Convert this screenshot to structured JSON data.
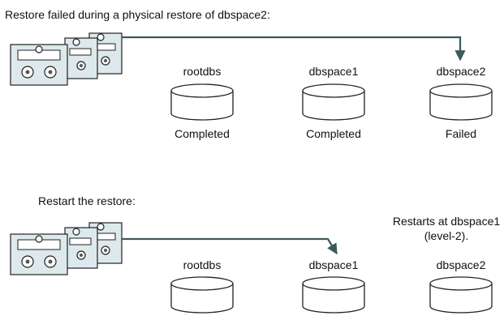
{
  "section1": {
    "heading": "Restore failed during a physical restore of dbspace2:",
    "disks": [
      {
        "name": "rootdbs",
        "status": "Completed"
      },
      {
        "name": "dbspace1",
        "status": "Completed"
      },
      {
        "name": "dbspace2",
        "status": "Failed"
      }
    ]
  },
  "section2": {
    "heading": "Restart the restore:",
    "note_line1": "Restarts at dbspace1",
    "note_line2": "(level-2).",
    "disks": [
      {
        "name": "rootdbs"
      },
      {
        "name": "dbspace1"
      },
      {
        "name": "dbspace2"
      }
    ]
  },
  "colors": {
    "tape_fill": "#dde9ec",
    "arrow": "#3b5a5c",
    "stroke": "#222222"
  },
  "icons": {
    "tape": "backup-tape-stack-icon",
    "disk": "database-cylinder-icon"
  }
}
